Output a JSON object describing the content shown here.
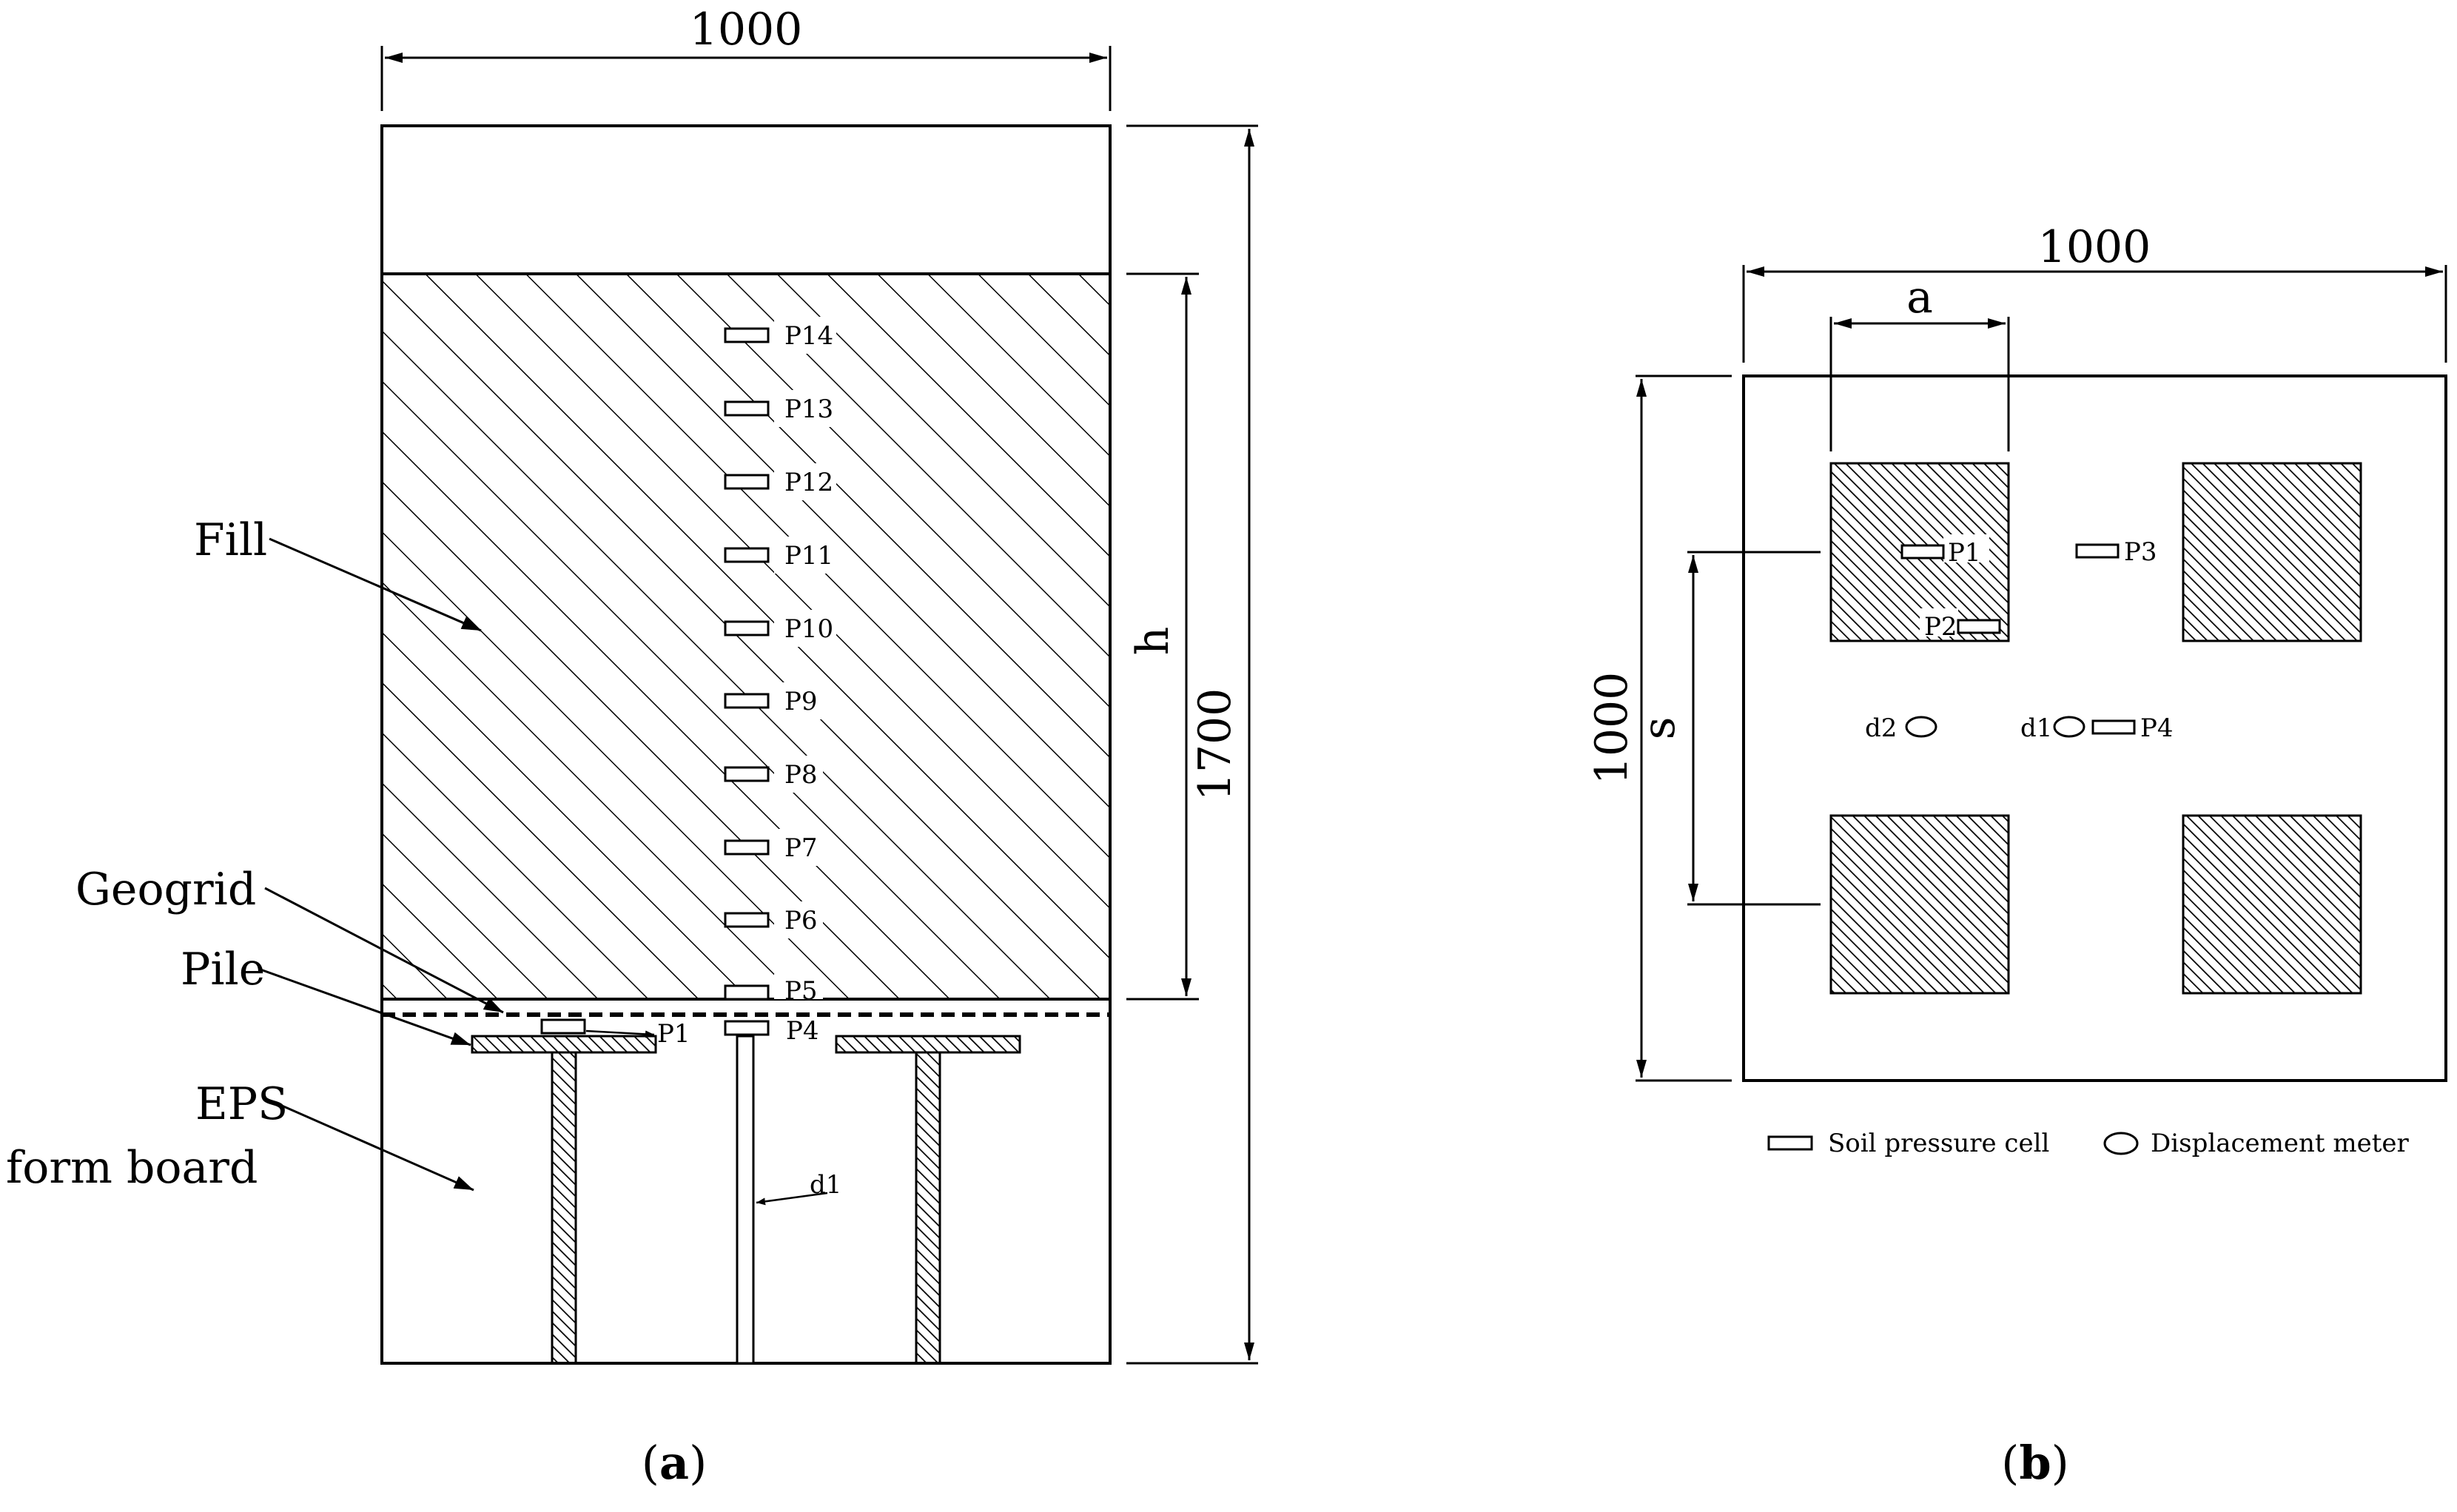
{
  "figure": {
    "panel_a": {
      "caption_open": "(",
      "caption_letter": "a",
      "caption_close": ")",
      "width_dim": "1000",
      "height_dim": "1700",
      "fill_height_dim": "h",
      "labels": {
        "fill": "Fill",
        "geogrid": "Geogrid",
        "pile": "Pile",
        "eps_line1": "EPS",
        "eps_line2": "form board"
      },
      "pressure_cells_column": [
        "P14",
        "P13",
        "P12",
        "P11",
        "P10",
        "P9",
        "P8",
        "P7",
        "P6",
        "P5"
      ],
      "pile_cap_cell": "P1",
      "center_cell": "P4",
      "displacement_meter": "d1"
    },
    "panel_b": {
      "caption_open": "(",
      "caption_letter": "b",
      "caption_close": ")",
      "width_dim": "1000",
      "height_dim": "1000",
      "cap_width_dim": "a",
      "spacing_dim": "s",
      "cells": {
        "p1": "P1",
        "p2": "P2",
        "p3": "P3",
        "p4": "P4"
      },
      "meters": {
        "d1": "d1",
        "d2": "d2"
      },
      "legend": {
        "soil_pressure_cell": "Soil pressure cell",
        "displacement_meter": "Displacement meter"
      }
    }
  }
}
